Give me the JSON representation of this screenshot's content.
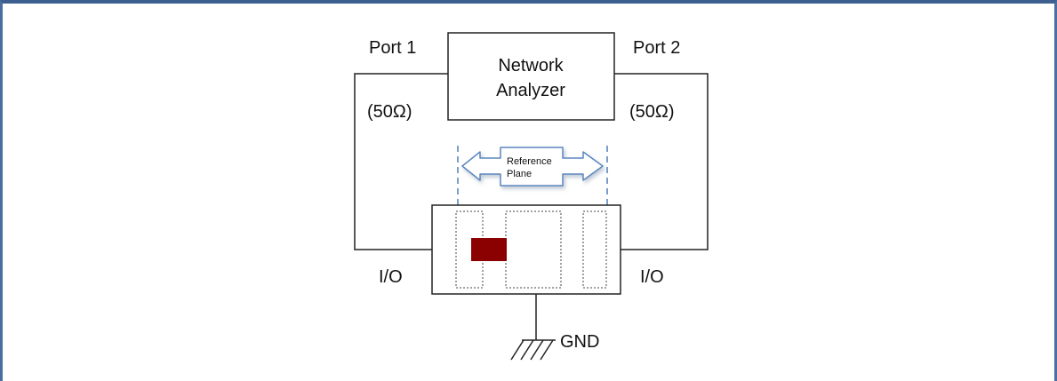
{
  "diagram": {
    "analyzer_line1": "Network",
    "analyzer_line2": "Analyzer",
    "port1_label": "Port 1",
    "port2_label": "Port 2",
    "port1_impedance": "(50Ω)",
    "port2_impedance": "(50Ω)",
    "reference_line1": "Reference",
    "reference_line2": "Plane",
    "io_left": "I/O",
    "io_right": "I/O",
    "gnd_label": "GND"
  },
  "colors": {
    "frame_border": "#4a6e9f",
    "arrow_outline": "#5b86c0",
    "reference_line": "#4f7fb8",
    "pad_fill": "#8b0000"
  }
}
